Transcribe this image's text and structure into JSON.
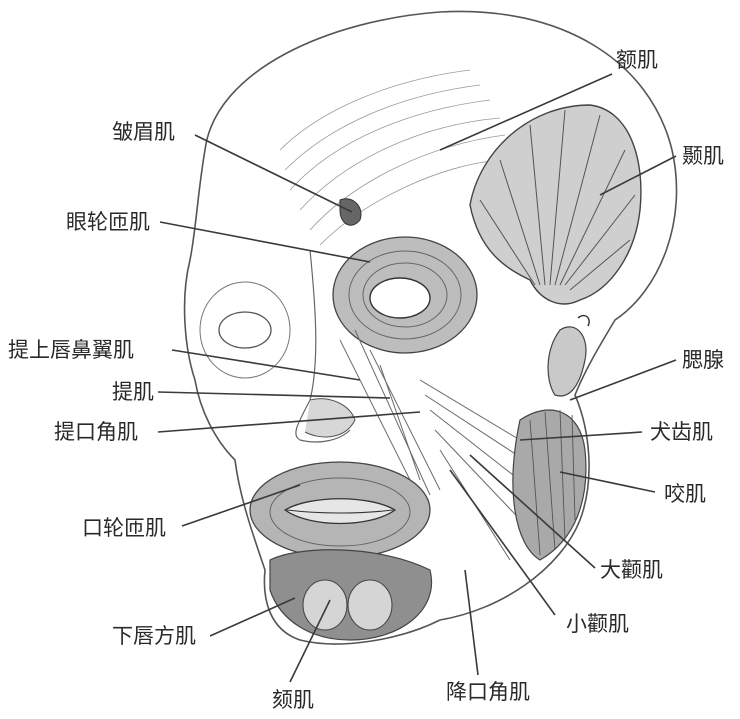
{
  "labels": {
    "frontalis": "额肌",
    "corrugator": "皱眉肌",
    "temporalis": "颞肌",
    "orbicularis_oculi": "眼轮匝肌",
    "levator_labii_alaeque": "提上唇鼻翼肌",
    "levator_labii": "提肌",
    "levator_anguli_oris": "提口角肌",
    "parotid": "腮腺",
    "risorius": "犬齿肌",
    "masseter": "咬肌",
    "orbicularis_oris": "口轮匝肌",
    "zygomaticus_major": "大颧肌",
    "zygomaticus_minor": "小颧肌",
    "depressor_labii": "下唇方肌",
    "depressor_anguli": "降口角肌",
    "mentalis": "颏肌"
  },
  "colors": {
    "ink": "#2a2a2a",
    "line": "#3a3a3a",
    "muscle": "#8a8a8a",
    "shade": "#5a5a5a",
    "background": "#ffffff"
  }
}
